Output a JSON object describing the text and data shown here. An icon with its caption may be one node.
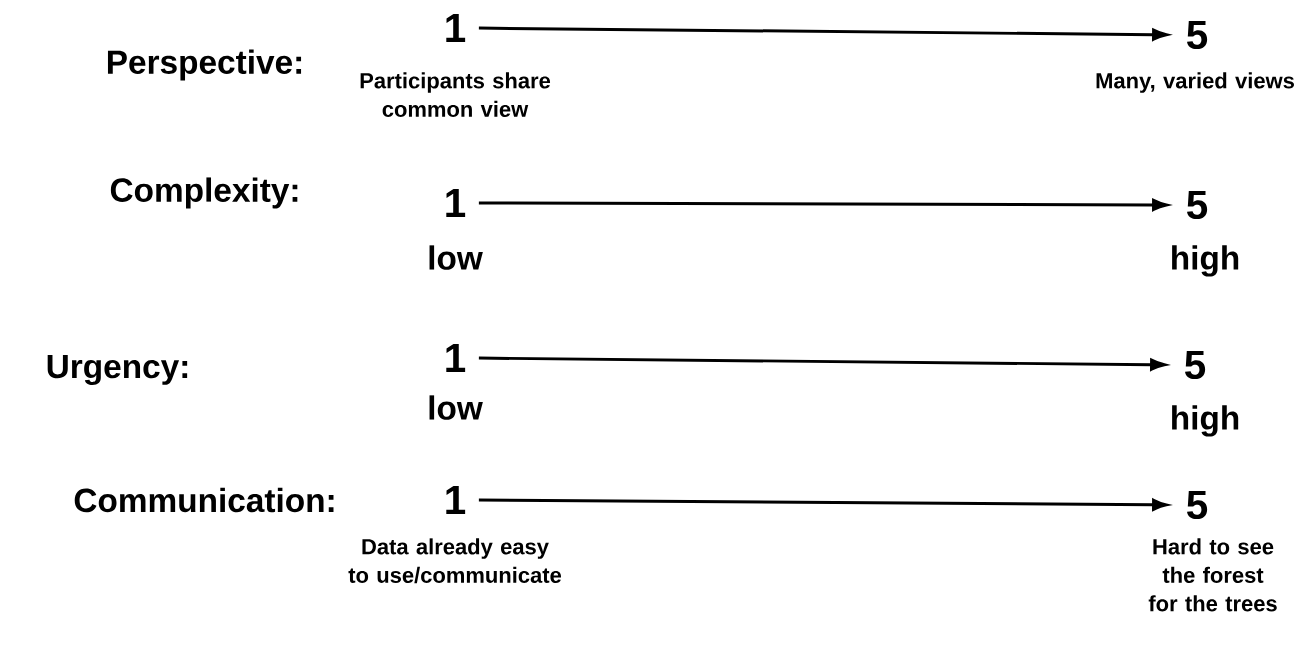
{
  "diagram": {
    "nodes": [
      {
        "text": [
          "1"
        ],
        "beside": [
          "Participants share common view"
        ]
      },
      {
        "text": [
          "5"
        ],
        "beside": [
          "Many, varied views"
        ]
      },
      {
        "text": [
          "1"
        ],
        "beside": [
          "low"
        ]
      },
      {
        "text": [
          "5"
        ],
        "beside": [
          "high"
        ]
      },
      {
        "text": [
          "1"
        ],
        "beside": [
          "low"
        ]
      },
      {
        "text": [
          "5"
        ],
        "beside": [
          "high"
        ]
      },
      {
        "text": [
          "1"
        ],
        "beside": [
          "Data already easy to use/communicate"
        ]
      },
      {
        "text": [
          "5"
        ],
        "beside": [
          "Hard to see the forest for the trees"
        ]
      }
    ],
    "edges": [
      {
        "from": 0,
        "to": 1,
        "arrow": "to"
      },
      {
        "from": 2,
        "to": 3,
        "arrow": "to"
      },
      {
        "from": 4,
        "to": 5,
        "arrow": "to"
      },
      {
        "from": 6,
        "to": 7,
        "arrow": "to"
      }
    ],
    "labels": [
      "Perspective:",
      "Complexity:",
      "Urgency:",
      "Communication:"
    ]
  }
}
